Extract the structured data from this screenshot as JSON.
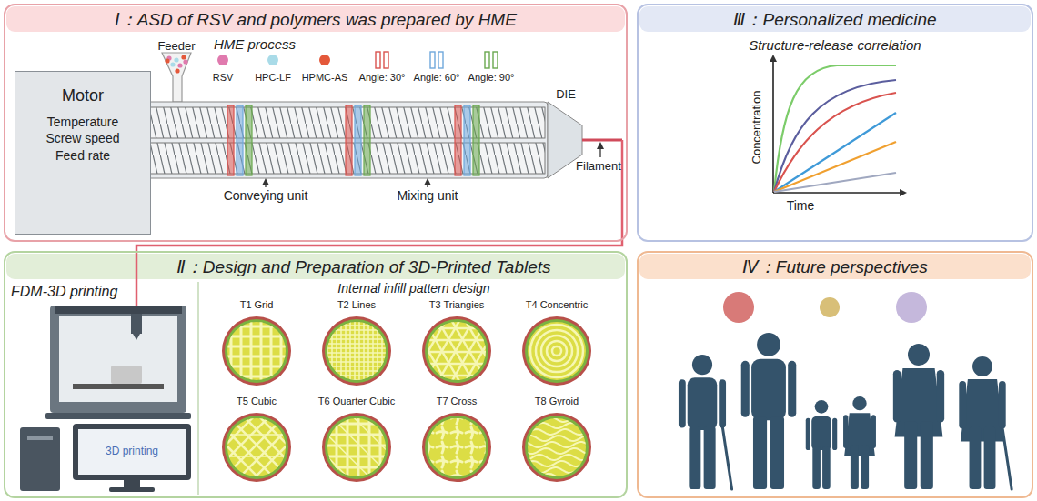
{
  "diagram": {
    "nodes": [
      {
        "text": [
          "Ⅰ：ASD of RSV and polymers was prepared by HME"
        ]
      },
      {
        "text": [
          "Motor",
          "Temperature Screw speed Feed rate"
        ],
        "in": 0
      },
      {
        "text": [
          "Ⅲ：Personalized medicine"
        ]
      },
      {
        "text": [
          "Ⅱ：Design and Preparation of 3D-Printed Tablets"
        ]
      },
      {
        "text": [
          "Ⅳ：Future perspectives"
        ]
      }
    ],
    "labels": [
      "HME process",
      "Feeder",
      "Conveying unit",
      "Mixing unit",
      "DIE",
      "Filament",
      "Structure-release correlation",
      "Concentration",
      "Time",
      "FDM-3D printing",
      "3D printing",
      "Internal infill pattern design",
      "T1 Grid",
      "T2 Lines",
      "T3 Triangies",
      "T4 Concentric",
      "T5 Cubic",
      "T6 Quarter Cubic",
      "T7 Cross",
      "T8 Gyroid"
    ],
    "legend": [
      {
        "text": "RSV",
        "color": "#e07aae"
      },
      {
        "text": "HPC-LF",
        "color": "#a9dbe8"
      },
      {
        "text": "HPMC-AS",
        "color": "#e4583a"
      },
      {
        "text": "Angle: 30°"
      },
      {
        "text": "Angle: 60°"
      },
      {
        "text": "Angle: 90°"
      }
    ]
  }
}
